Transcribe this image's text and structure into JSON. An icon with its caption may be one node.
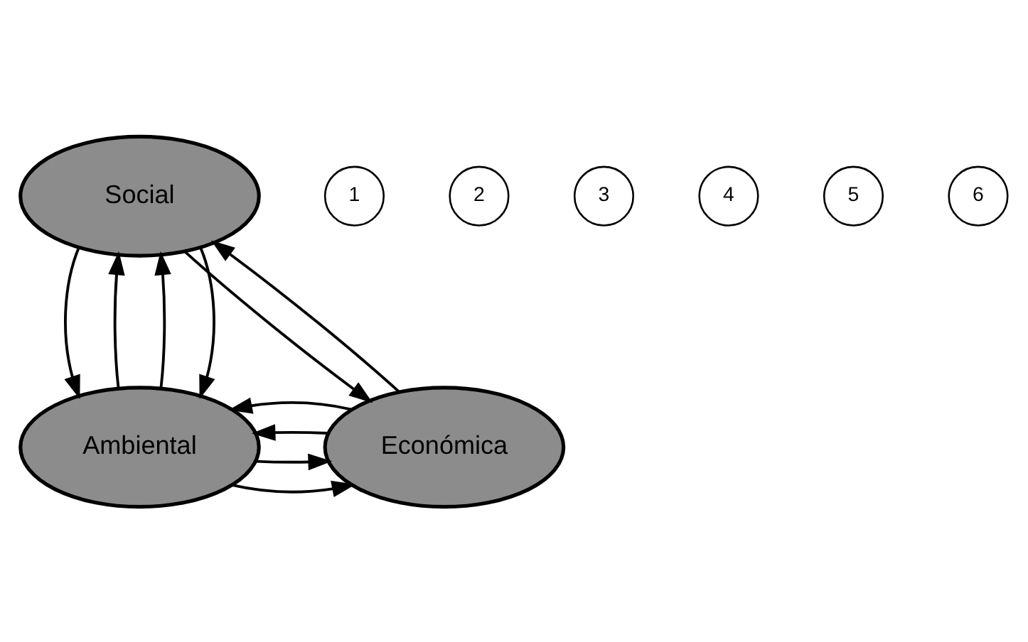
{
  "diagram": {
    "nodes": [
      {
        "text": [
          "Social"
        ]
      },
      {
        "text": [
          "Ambiental"
        ]
      },
      {
        "text": [
          "Económica"
        ]
      },
      {
        "text": [
          "1"
        ]
      },
      {
        "text": [
          "2"
        ]
      },
      {
        "text": [
          "3"
        ]
      },
      {
        "text": [
          "4"
        ]
      },
      {
        "text": [
          "5"
        ]
      },
      {
        "text": [
          "6"
        ]
      }
    ],
    "edges": [
      {
        "from": 1,
        "to": 0,
        "arrow": "to"
      },
      {
        "from": 1,
        "to": 0,
        "arrow": "to"
      },
      {
        "from": 0,
        "to": 1,
        "arrow": "to"
      },
      {
        "from": 0,
        "to": 1,
        "arrow": "to"
      },
      {
        "from": 0,
        "to": 2,
        "arrow": "to"
      },
      {
        "from": 2,
        "to": 0,
        "arrow": "to"
      },
      {
        "from": 1,
        "to": 2,
        "arrow": "to"
      },
      {
        "from": 1,
        "to": 2,
        "arrow": "to"
      },
      {
        "from": 2,
        "to": 1,
        "arrow": "to"
      },
      {
        "from": 2,
        "to": 1,
        "arrow": "to"
      }
    ]
  }
}
